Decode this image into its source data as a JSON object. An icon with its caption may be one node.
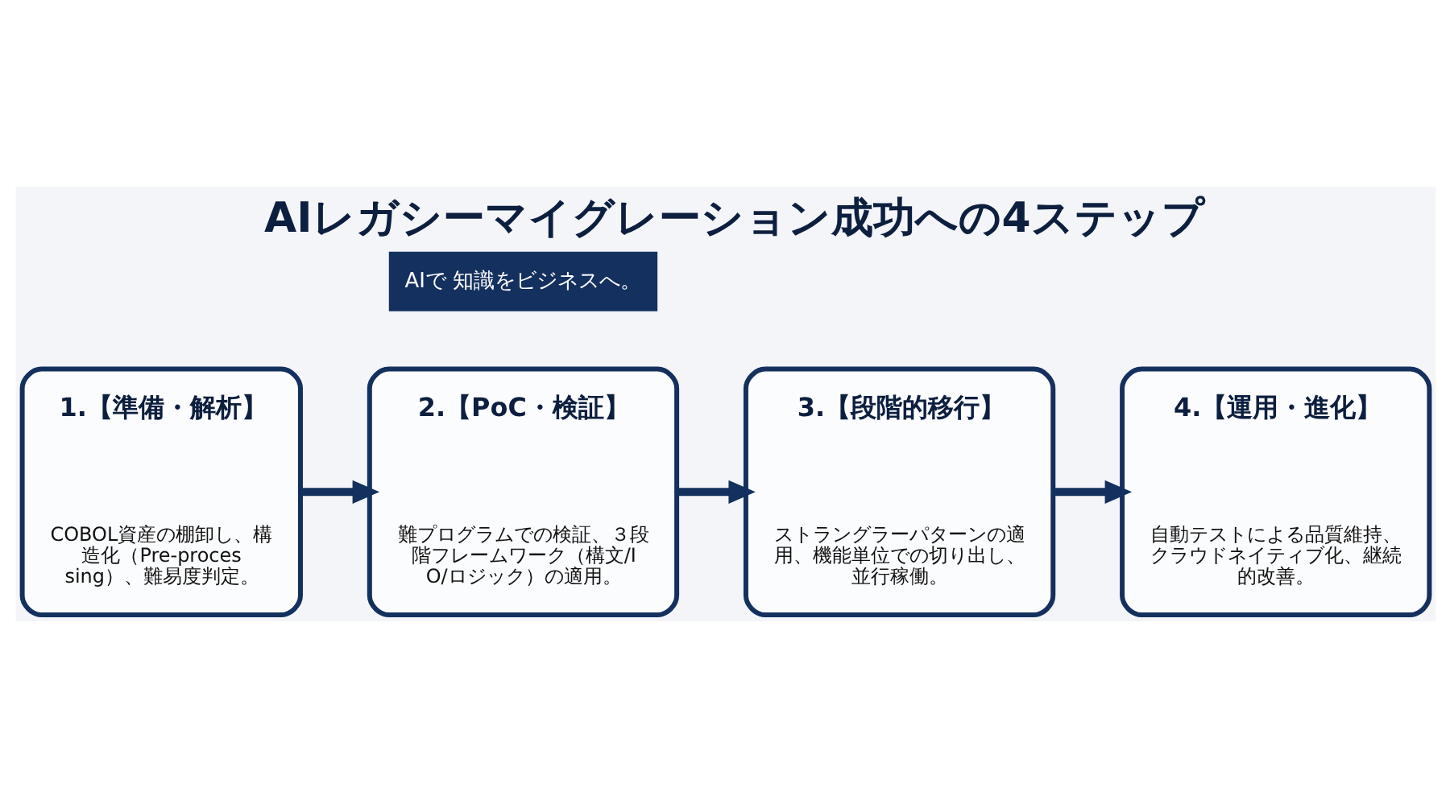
{
  "diagram": {
    "title": "AIレガシーマイグレーション成功への4ステップ",
    "nodes": [
      {
        "text": [
          "1.【準備・解析】",
          "COBOL資産の棚卸し、構造化（Pre-processing）、難易度判定。"
        ]
      },
      {
        "text": [
          "2.【PoC・検証】",
          "難プログラムでの検証、３段階フレームワーク（構文/IO/ロジック）の適用。"
        ]
      },
      {
        "text": [
          "3.【段階的移行】",
          "ストラングラーパターンの適用、機能単位での切り出し、並行稼働。"
        ]
      },
      {
        "text": [
          "4.【運用・進化】",
          "自動テストによる品質維持、クラウドネイティブ化、継続的改善。"
        ]
      }
    ],
    "edges": [
      {
        "from": 0,
        "to": 1,
        "arrow": "to"
      },
      {
        "from": 1,
        "to": 2,
        "arrow": "to"
      },
      {
        "from": 2,
        "to": 3,
        "arrow": "to"
      }
    ],
    "labels": [
      "AIで 知識をビジネスへ。"
    ]
  }
}
